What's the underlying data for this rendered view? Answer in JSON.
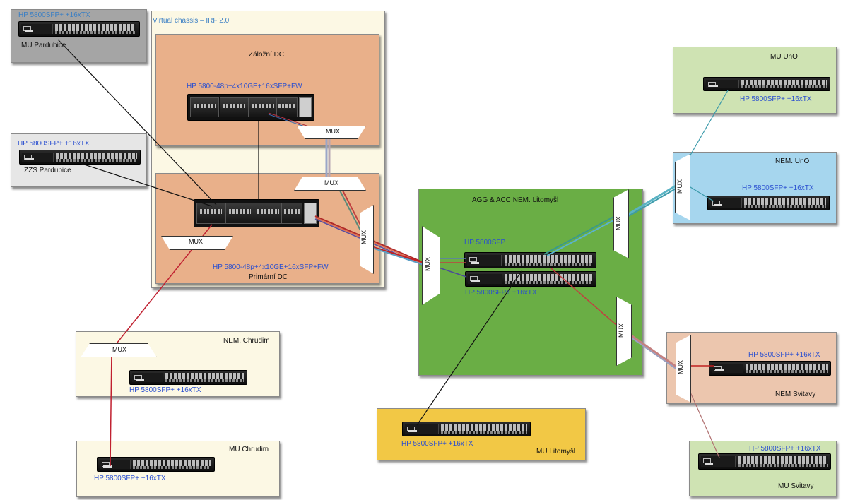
{
  "virtual_chassis": {
    "label": "Virtual chassis – IRF 2.0"
  },
  "zalozni_dc": {
    "title": "Záložní DC",
    "switch_label": "HP 5800-48p+4x10GE+16xSFP+FW"
  },
  "primarni_dc": {
    "switch_label": "HP 5800-48p+4x10GE+16xSFP+FW",
    "title": "Primární DC"
  },
  "mu_pardubice": {
    "switch_label": "HP 5800SFP+ +16xTX",
    "title": "MU Pardubice"
  },
  "zzs_pardubice": {
    "switch_label": "HP 5800SFP+ +16xTX",
    "title": "ZZS Pardubice"
  },
  "nem_chrudim": {
    "title": "NEM. Chrudim",
    "switch_label": "HP 5800SFP+ +16xTX"
  },
  "mu_chrudim": {
    "title": "MU Chrudim",
    "switch_label": "HP 5800SFP+ +16xTX"
  },
  "agg_litomysl": {
    "title": "AGG & ACC NEM. Litomyšl",
    "switch1_label": "HP 5800SFP",
    "switch2_label": "HP 5800SFP+ +16xTX"
  },
  "mu_litomysl": {
    "switch_label": "HP 5800SFP+ +16xTX",
    "title": "MU Litomyšl"
  },
  "mu_uno": {
    "title": "MU UnO",
    "switch_label": "HP 5800SFP+ +16xTX"
  },
  "nem_uno": {
    "title": "NEM. UnO",
    "switch_label": "HP 5800SFP+ +16xTX"
  },
  "nem_svitavy": {
    "switch_label": "HP 5800SFP+ +16xTX",
    "title": "NEM Svitavy"
  },
  "mu_svitavy": {
    "switch_label": "HP 5800SFP+ +16xTX",
    "title": "MU Svitavy"
  },
  "mux_label": "MUX",
  "colors": {
    "orange_box": "#e9b08a",
    "cream_box": "#fcf8e4",
    "green_box": "#6aae45",
    "light_green_box": "#cfe3b3",
    "blue_box": "#a6d6ee",
    "salmon_box": "#ecc6ae",
    "gold_box": "#f2c845",
    "grey_box": "#a5a5a5",
    "light_grey_box": "#e6e6e6",
    "label_blue": "#2a4fd0"
  }
}
